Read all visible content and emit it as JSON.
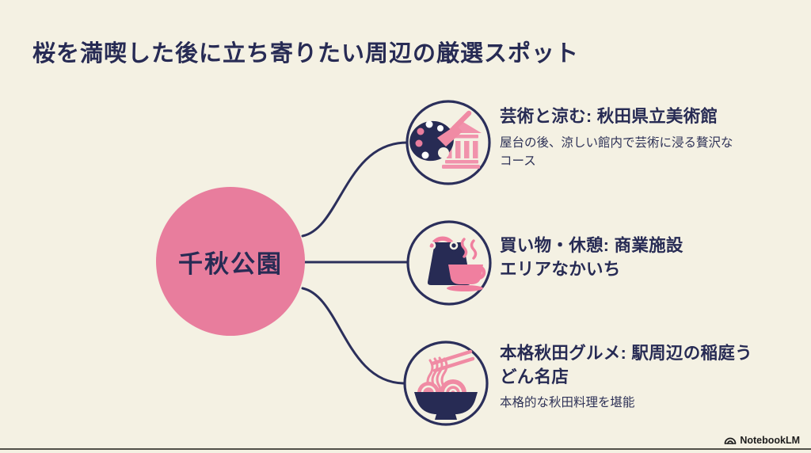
{
  "title": "桜を満喫した後に立ち寄りたい周辺の厳選スポット",
  "center_node": {
    "label": "千秋公園"
  },
  "spots": [
    {
      "heading": "芸術と涼む: 秋田県立美術館",
      "description": "屋台の後、涼しい館内で芸術に浸る贅沢な\nコース",
      "icon": "palette-museum-icon"
    },
    {
      "heading": "買い物・休憩: 商業施設\nエリアなかいち",
      "description": "",
      "icon": "shopping-bag-coffee-icon"
    },
    {
      "heading": "本格秋田グルメ: 駅周辺の稲庭う\nどん名店",
      "description": "本格的な秋田料理を堪能",
      "icon": "noodle-bowl-icon"
    }
  ],
  "footer": {
    "brand": "NotebookLM"
  },
  "colors": {
    "background": "#F4F1E3",
    "navy": "#272B54",
    "pink": "#E87D9D",
    "pink_light": "#F193AC",
    "line": "#2B2F5B"
  }
}
